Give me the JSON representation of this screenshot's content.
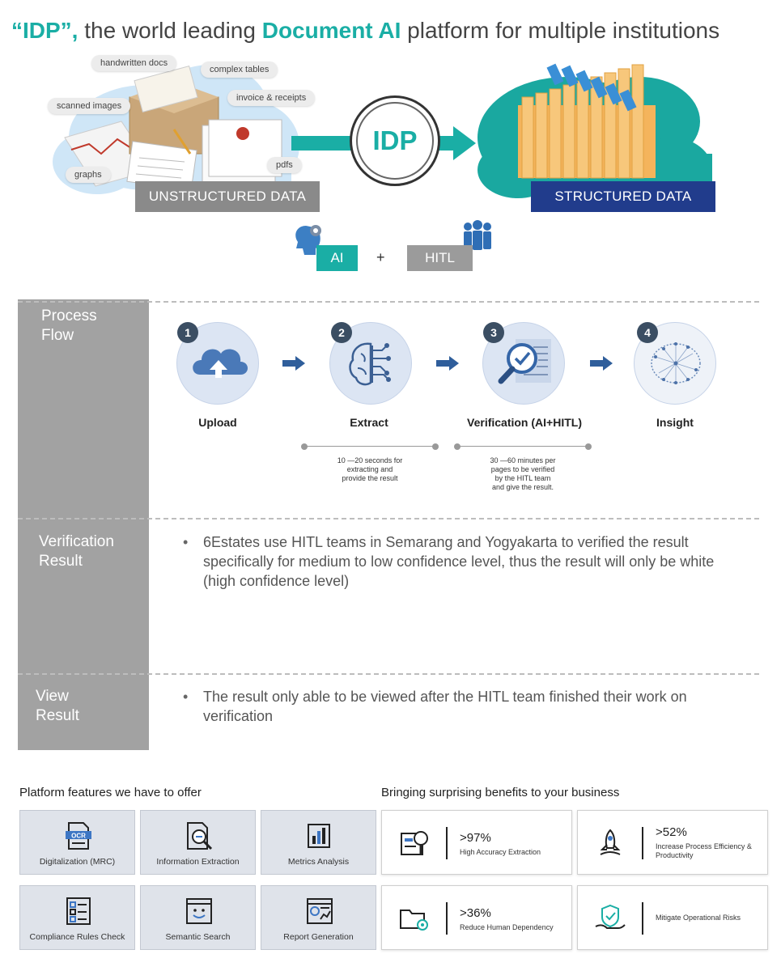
{
  "headline": {
    "part1": "“IDP”,",
    "part2": " the world leading ",
    "part3": "Document AI",
    "part4": " platform for multiple institutions"
  },
  "hero": {
    "tags": [
      "handwritten docs",
      "complex tables",
      "scanned images",
      "invoice & receipts",
      "graphs",
      "pdfs"
    ],
    "unstructured_label": "UNSTRUCTURED DATA",
    "structured_label": "STRUCTURED DATA",
    "idp_label": "IDP",
    "ai_label": "AI",
    "plus": "+",
    "hitl_label": "HITL"
  },
  "process": {
    "section_label_1": "Process",
    "section_label_2": "Flow",
    "steps": [
      {
        "num": "1",
        "label": "Upload"
      },
      {
        "num": "2",
        "label": "Extract"
      },
      {
        "num": "3",
        "label": "Verification (AI+HITL)"
      },
      {
        "num": "4",
        "label": "Insight"
      }
    ],
    "note_extract": [
      "10 —20 seconds for",
      "extracting and",
      "provide the result"
    ],
    "note_verify": [
      "30 —60 minutes per",
      "pages to be verified",
      "by the HITL team",
      "and give the result."
    ]
  },
  "verification": {
    "label_1": "Verification",
    "label_2": "Result",
    "text": "6Estates use HITL teams in Semarang and Yogyakarta to verified the result specifically for medium to low confidence level, thus the result will only be white (high confidence level)"
  },
  "view": {
    "label_1": "View",
    "label_2": "Result",
    "text": "The result only able to be viewed after the HITL team finished their work on verification"
  },
  "features": {
    "title": "Platform features we have to offer",
    "items": [
      {
        "label": "Digitalization (MRC)",
        "icon": "ocr-document-icon",
        "icon_text": "OCR"
      },
      {
        "label": "Information Extraction",
        "icon": "document-search-icon"
      },
      {
        "label": "Metrics Analysis",
        "icon": "bar-chart-icon"
      },
      {
        "label": "Compliance Rules Check",
        "icon": "checklist-icon"
      },
      {
        "label": "Semantic Search",
        "icon": "smiley-window-icon"
      },
      {
        "label": "Report Generation",
        "icon": "report-window-icon"
      }
    ]
  },
  "benefits": {
    "title": "Bringing surprising benefits to your business",
    "items": [
      {
        "value": ">97%",
        "desc": "High Accuracy Extraction",
        "icon": "magnifier-document-icon"
      },
      {
        "value": ">52%",
        "desc": "Increase Process Efficiency & Productivity",
        "icon": "rocket-icon"
      },
      {
        "value": ">36%",
        "desc": "Reduce Human Dependency",
        "icon": "folder-gear-icon"
      },
      {
        "value": "",
        "desc": "Mitigate Operational Risks",
        "icon": "shield-hand-icon"
      }
    ]
  },
  "colors": {
    "teal": "#1aaea5",
    "navy": "#213c8c",
    "grey_sidebar": "#a2a2a2",
    "step_circle": "#dce5f3",
    "arrow_blue": "#2f5e9b"
  }
}
